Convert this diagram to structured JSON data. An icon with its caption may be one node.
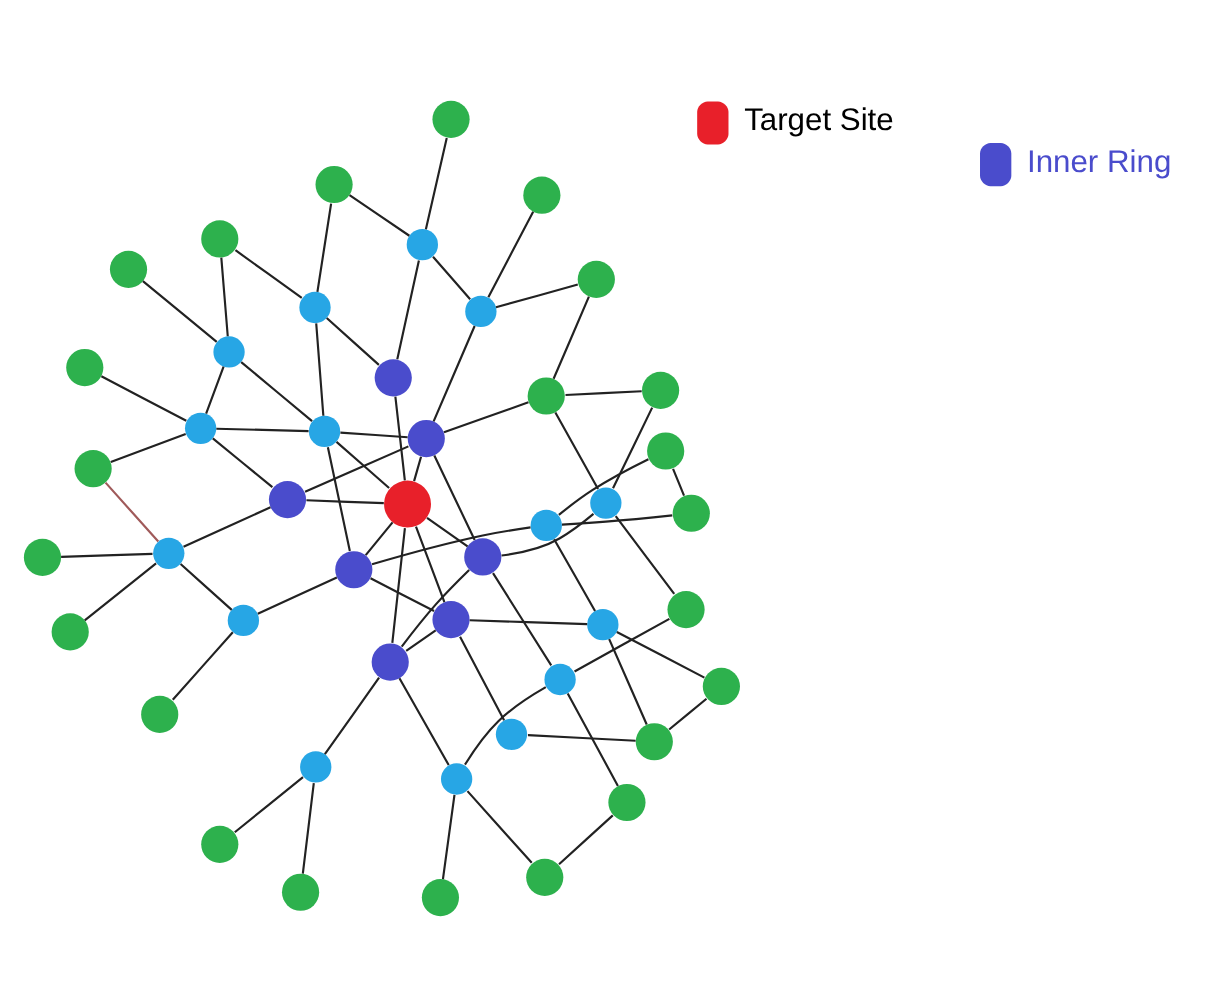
{
  "diagram": {
    "nodes": [
      {
        "text": [],
        "shape": "circle"
      },
      {
        "text": [],
        "shape": "circle"
      },
      {
        "text": [],
        "shape": "circle"
      },
      {
        "text": [],
        "shape": "circle"
      },
      {
        "text": [],
        "shape": "circle"
      },
      {
        "text": [],
        "shape": "circle"
      },
      {
        "text": [],
        "shape": "circle"
      },
      {
        "text": [],
        "shape": "circle"
      },
      {
        "text": [],
        "shape": "circle"
      },
      {
        "text": [],
        "shape": "circle"
      },
      {
        "text": [],
        "shape": "circle"
      },
      {
        "text": [],
        "shape": "circle"
      },
      {
        "text": [],
        "shape": "circle"
      },
      {
        "text": [],
        "shape": "circle"
      },
      {
        "text": [],
        "shape": "circle"
      },
      {
        "text": [],
        "shape": "circle"
      },
      {
        "text": [],
        "shape": "circle"
      },
      {
        "text": [],
        "shape": "circle"
      },
      {
        "text": [],
        "shape": "circle"
      },
      {
        "text": [],
        "shape": "circle"
      },
      {
        "text": [],
        "shape": "circle"
      },
      {
        "text": [],
        "shape": "circle"
      },
      {
        "text": [],
        "shape": "circle"
      },
      {
        "text": [],
        "shape": "circle"
      },
      {
        "text": [],
        "shape": "circle"
      },
      {
        "text": [],
        "shape": "circle"
      },
      {
        "text": [],
        "shape": "circle"
      },
      {
        "text": [],
        "shape": "circle"
      },
      {
        "text": [],
        "shape": "circle"
      },
      {
        "text": [],
        "shape": "circle"
      },
      {
        "text": [],
        "shape": "circle"
      },
      {
        "text": [],
        "shape": "circle"
      },
      {
        "text": [],
        "shape": "circle"
      },
      {
        "text": [],
        "shape": "circle"
      },
      {
        "text": [],
        "shape": "circle"
      },
      {
        "text": [],
        "shape": "circle"
      },
      {
        "text": [],
        "shape": "circle"
      },
      {
        "text": [],
        "shape": "circle"
      },
      {
        "text": [],
        "shape": "circle"
      },
      {
        "text": [],
        "shape": "circle"
      },
      {
        "text": [],
        "shape": "circle"
      },
      {
        "text": [],
        "shape": "circle"
      },
      {
        "text": [],
        "shape": "circle"
      },
      {
        "text": [],
        "shape": "circle"
      },
      {
        "text": [],
        "shape": "circle"
      },
      {
        "text": [],
        "shape": "circle"
      }
    ],
    "edges": [
      {
        "from": 4,
        "to": 1,
        "arrow": "none"
      },
      {
        "from": 4,
        "to": 11,
        "arrow": "none"
      },
      {
        "from": 1,
        "to": 11,
        "arrow": "none"
      },
      {
        "from": 1,
        "to": 8,
        "arrow": "none"
      },
      {
        "from": 7,
        "to": 12,
        "arrow": "none"
      },
      {
        "from": 12,
        "to": 14,
        "arrow": "none"
      },
      {
        "from": 7,
        "to": 14,
        "arrow": "none"
      },
      {
        "from": 14,
        "to": 11,
        "arrow": "none"
      },
      {
        "from": 14,
        "to": 20,
        "arrow": "none"
      },
      {
        "from": 11,
        "to": 15,
        "arrow": "none"
      },
      {
        "from": 8,
        "to": 15,
        "arrow": "none"
      },
      {
        "from": 15,
        "to": 20,
        "arrow": "none"
      },
      {
        "from": 15,
        "to": 24,
        "arrow": "none"
      },
      {
        "from": 15,
        "to": 13,
        "arrow": "none"
      },
      {
        "from": 18,
        "to": 21,
        "arrow": "none"
      },
      {
        "from": 21,
        "to": 20,
        "arrow": "none"
      },
      {
        "from": 20,
        "to": 24,
        "arrow": "none"
      },
      {
        "from": 20,
        "to": 34,
        "arrow": "none"
      },
      {
        "from": 21,
        "to": 29,
        "arrow": "none"
      },
      {
        "from": 24,
        "to": 13,
        "arrow": "none"
      },
      {
        "from": 0,
        "to": 6,
        "arrow": "none"
      },
      {
        "from": 2,
        "to": 6,
        "arrow": "none"
      },
      {
        "from": 6,
        "to": 13,
        "arrow": "none"
      },
      {
        "from": 3,
        "to": 10,
        "arrow": "none"
      },
      {
        "from": 5,
        "to": 10,
        "arrow": "none"
      },
      {
        "from": 5,
        "to": 9,
        "arrow": "none"
      },
      {
        "from": 13,
        "to": 10,
        "arrow": "none"
      },
      {
        "from": 10,
        "to": 16,
        "arrow": "none"
      },
      {
        "from": 9,
        "to": 16,
        "arrow": "none"
      },
      {
        "from": 16,
        "to": 17,
        "arrow": "none"
      },
      {
        "from": 13,
        "to": 19,
        "arrow": "none"
      },
      {
        "from": 16,
        "to": 19,
        "arrow": "none"
      },
      {
        "from": 19,
        "to": 24,
        "arrow": "none"
      },
      {
        "from": 19,
        "to": 22,
        "arrow": "none"
      },
      {
        "from": 19,
        "to": 26,
        "arrow": "none"
      },
      {
        "from": 17,
        "to": 22,
        "arrow": "none"
      },
      {
        "from": 22,
        "to": 23,
        "arrow": "none"
      },
      {
        "from": 22,
        "to": 27,
        "arrow": "none"
      },
      {
        "from": 23,
        "to": 27,
        "arrow": "none"
      },
      {
        "from": 27,
        "to": 30,
        "arrow": "none"
      },
      {
        "from": 26,
        "to": 27,
        "arrow": "none"
      },
      {
        "from": 24,
        "to": 26,
        "arrow": "none"
      },
      {
        "from": 28,
        "to": 26,
        "arrow": "none"
      },
      {
        "from": 26,
        "to": 34,
        "arrow": "none"
      },
      {
        "from": 26,
        "to": 31,
        "arrow": "none"
      },
      {
        "from": 24,
        "to": 33,
        "arrow": "none"
      },
      {
        "from": 31,
        "to": 30,
        "arrow": "none"
      },
      {
        "from": 31,
        "to": 37,
        "arrow": "none"
      },
      {
        "from": 31,
        "to": 36,
        "arrow": "none"
      },
      {
        "from": 33,
        "to": 36,
        "arrow": "none"
      },
      {
        "from": 33,
        "to": 39,
        "arrow": "none"
      },
      {
        "from": 36,
        "to": 41,
        "arrow": "none"
      },
      {
        "from": 36,
        "to": 44,
        "arrow": "none"
      },
      {
        "from": 39,
        "to": 44,
        "arrow": "none"
      },
      {
        "from": 39,
        "to": 45,
        "arrow": "none"
      },
      {
        "from": 34,
        "to": 39,
        "arrow": "none"
      },
      {
        "from": 24,
        "to": 34,
        "arrow": "none"
      },
      {
        "from": 24,
        "to": 28,
        "arrow": "none"
      },
      {
        "from": 25,
        "to": 29,
        "arrow": "none"
      },
      {
        "from": 32,
        "to": 29,
        "arrow": "none"
      },
      {
        "from": 28,
        "to": 29,
        "arrow": "none"
      },
      {
        "from": 28,
        "to": 35,
        "arrow": "none"
      },
      {
        "from": 29,
        "to": 42,
        "arrow": "none",
        "color": "#a05a5a"
      },
      {
        "from": 38,
        "to": 35,
        "arrow": "none"
      },
      {
        "from": 35,
        "to": 42,
        "arrow": "none"
      },
      {
        "from": 35,
        "to": 34,
        "arrow": "none"
      },
      {
        "from": 35,
        "to": 40,
        "arrow": "none"
      },
      {
        "from": 34,
        "to": 40,
        "arrow": "none"
      },
      {
        "from": 40,
        "to": 43,
        "arrow": "none"
      },
      {
        "from": 40,
        "to": 45,
        "arrow": "none"
      }
    ],
    "legend": [
      {
        "text": "Target Site",
        "color": "#e8202a"
      },
      {
        "text": "Inner Ring",
        "color": "#4a4ccc"
      }
    ]
  }
}
